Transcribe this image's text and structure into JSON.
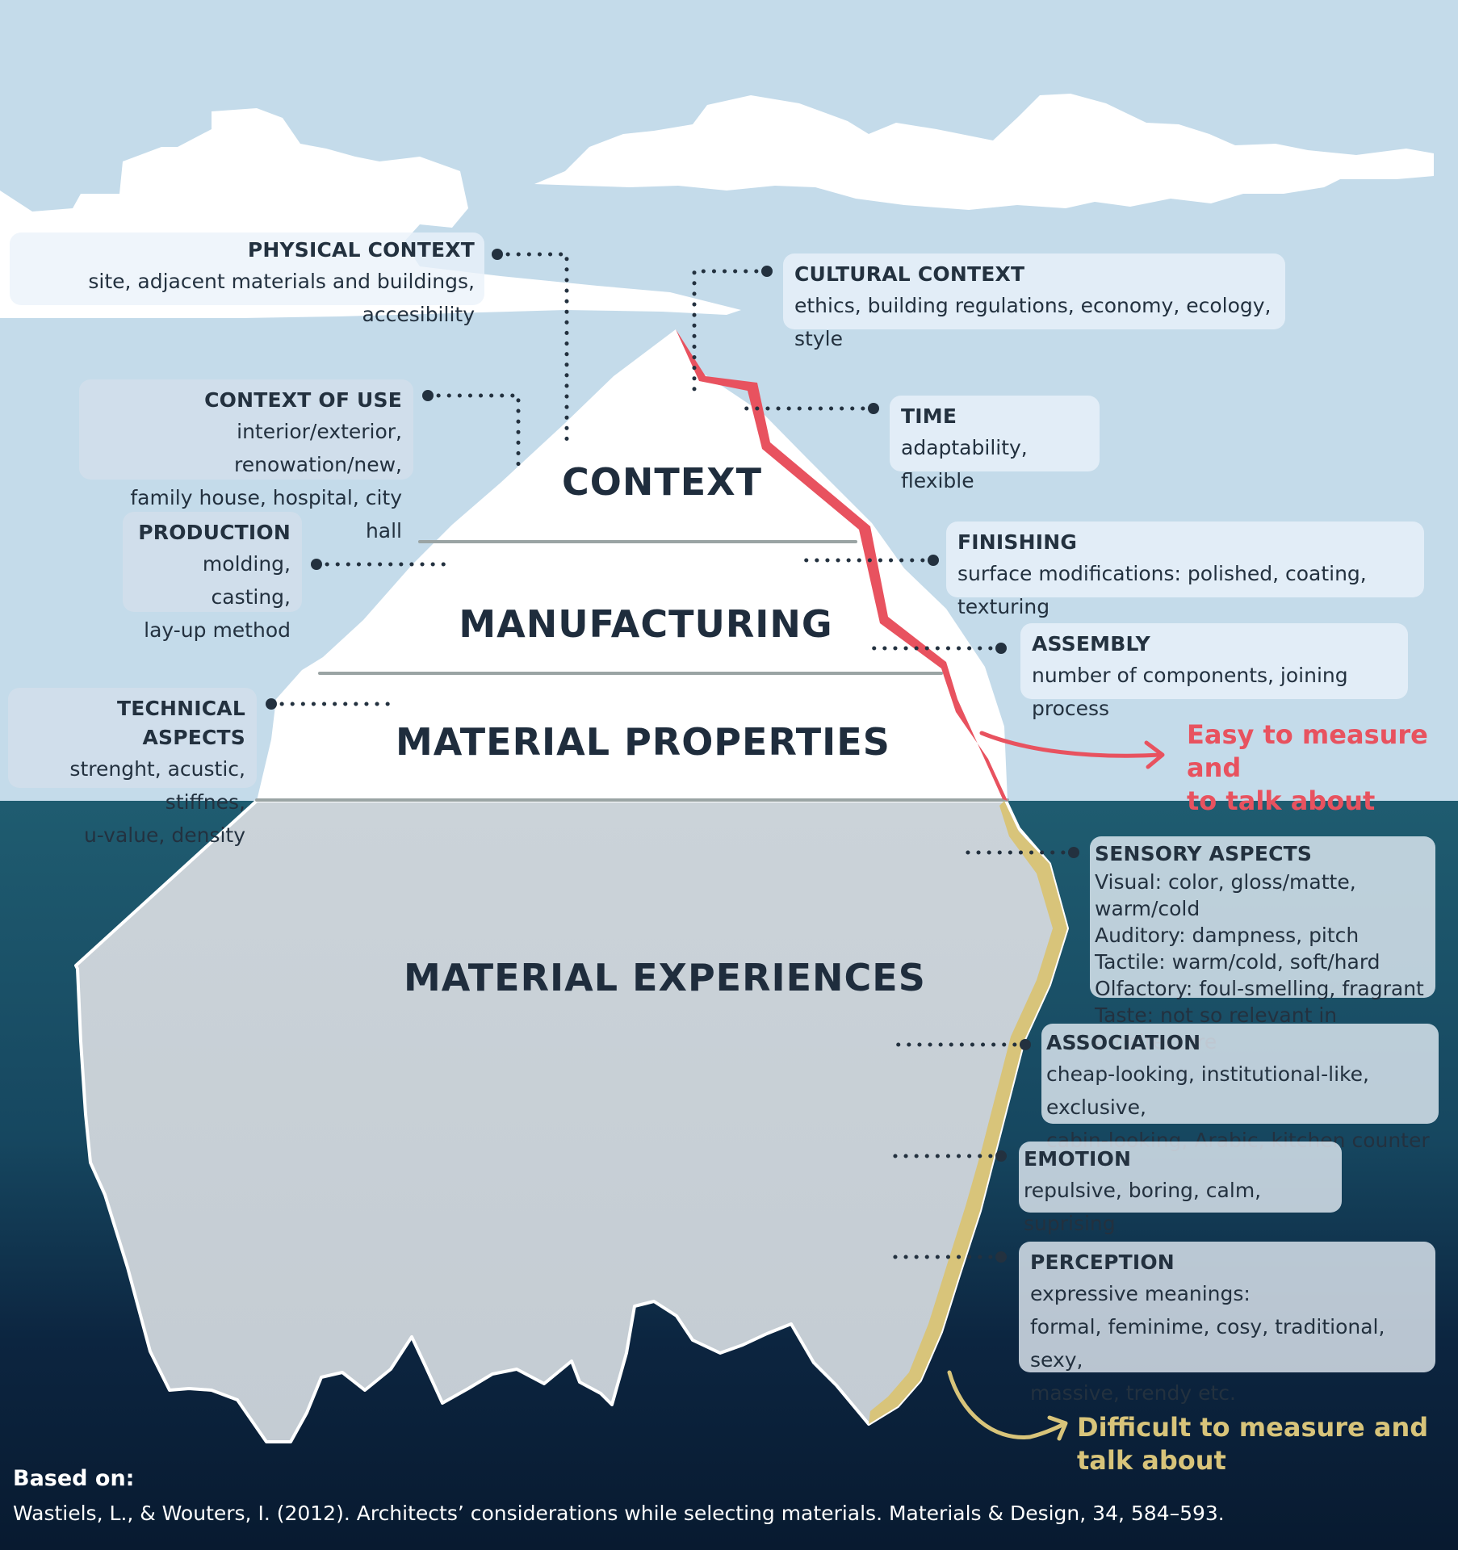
{
  "layers": {
    "context": "CONTEXT",
    "manufacturing": "MANUFACTURING",
    "material_properties": "MATERIAL PROPERTIES",
    "material_experiences": "MATERIAL EXPERIENCES"
  },
  "boxes": {
    "physical_context": {
      "title": "PHYSICAL CONTEXT",
      "lines": [
        "site, adjacent materials and buildings, accesibility"
      ]
    },
    "cultural_context": {
      "title": "CULTURAL CONTEXT",
      "lines": [
        "ethics, building regulations, economy, ecology, style"
      ]
    },
    "context_of_use": {
      "title": "CONTEXT OF USE",
      "lines": [
        "interior/exterior, renowation/new,",
        "family house, hospital, city hall"
      ]
    },
    "time": {
      "title": "TIME",
      "lines": [
        "adaptability, flexible"
      ]
    },
    "production": {
      "title": "PRODUCTION",
      "lines": [
        "molding, casting,",
        "lay-up method"
      ]
    },
    "finishing": {
      "title": "FINISHING",
      "lines": [
        "surface modifications: polished, coating, texturing"
      ]
    },
    "assembly": {
      "title": "ASSEMBLY",
      "lines": [
        "number of components, joining process"
      ]
    },
    "technical_aspects": {
      "title": "TECHNICAL ASPECTS",
      "lines": [
        "strenght, acustic, stiffnes,",
        "u-value, density"
      ]
    },
    "sensory_aspects": {
      "title": "SENSORY ASPECTS",
      "lines": [
        "Visual: color, gloss/matte, warm/cold",
        "Auditory: dampness, pitch",
        "Tactile: warm/cold, soft/hard",
        "Olfactory: foul-smelling, fragrant",
        "Taste: not so relevant in architecture"
      ]
    },
    "association": {
      "title": "ASSOCIATION",
      "lines": [
        "cheap-looking, institutional-like, exclusive,",
        "cabin-looking, Arabic, kitchen counter"
      ]
    },
    "emotion": {
      "title": "EMOTION",
      "lines": [
        "repulsive, boring, calm, suprising"
      ]
    },
    "perception": {
      "title": "PERCEPTION",
      "lines": [
        "expressive meanings:",
        "formal, feminime, cosy, traditional, sexy,",
        "massive, trendy etc."
      ]
    }
  },
  "notes": {
    "easy": [
      "Easy to measure and",
      "to talk about"
    ],
    "difficult": [
      "Difficult to measure and",
      "talk about"
    ]
  },
  "source": {
    "label": "Based on:",
    "citation": "Wastiels, L., & Wouters, I. (2012). Architects’ considerations while selecting materials. Materials & Design, 34, 584–593."
  },
  "colors": {
    "sky": "#c4dbea",
    "sea_top": "#1f5c70",
    "sea_bottom": "#0a1d33",
    "ice_above": "#ffffff",
    "ice_below": "#c8d0d6",
    "easy_accent": "#e8525f",
    "difficult_accent": "#d8c47a",
    "text_dark": "#23313f"
  }
}
